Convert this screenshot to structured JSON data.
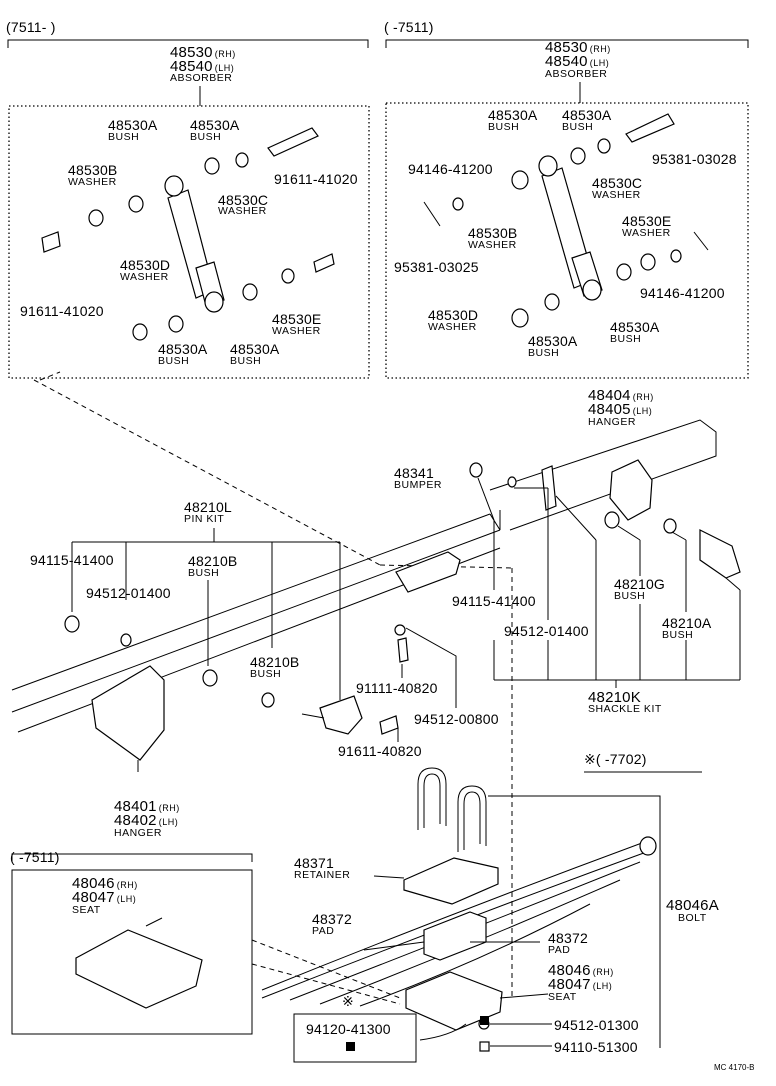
{
  "ranges": {
    "left_top": "(7511-        )",
    "right_top": "(        -7511)",
    "bottom_left": "(        -7511)",
    "mark_range": "※(        -7702)"
  },
  "absorber_left": {
    "pn_rh": "48530",
    "side_rh": "(RH)",
    "pn_lh": "48540",
    "side_lh": "(LH)",
    "name": "ABSORBER",
    "items": {
      "bush_a1": {
        "pn": "48530A",
        "name": "BUSH"
      },
      "bush_a2": {
        "pn": "48530A",
        "name": "BUSH"
      },
      "washer_b": {
        "pn": "48530B",
        "name": "WASHER"
      },
      "washer_c": {
        "pn": "48530C",
        "name": "WASHER"
      },
      "bolt_top": {
        "pn": "91611-41020"
      },
      "washer_d": {
        "pn": "48530D",
        "name": "WASHER"
      },
      "bolt_left": {
        "pn": "91611-41020"
      },
      "washer_e": {
        "pn": "48530E",
        "name": "WASHER"
      },
      "bush_a3": {
        "pn": "48530A",
        "name": "BUSH"
      },
      "bush_a4": {
        "pn": "48530A",
        "name": "BUSH"
      }
    }
  },
  "absorber_right": {
    "pn_rh": "48530",
    "side_rh": "(RH)",
    "pn_lh": "48540",
    "side_lh": "(LH)",
    "name": "ABSORBER",
    "items": {
      "bush_a1": {
        "pn": "48530A",
        "name": "BUSH"
      },
      "bush_a2": {
        "pn": "48530A",
        "name": "BUSH"
      },
      "nut_top": {
        "pn": "94146-41200"
      },
      "pin_top": {
        "pn": "95381-03028"
      },
      "washer_c": {
        "pn": "48530C",
        "name": "WASHER"
      },
      "washer_b": {
        "pn": "48530B",
        "name": "WASHER"
      },
      "washer_e": {
        "pn": "48530E",
        "name": "WASHER"
      },
      "pin_left": {
        "pn": "95381-03025"
      },
      "nut_right": {
        "pn": "94146-41200"
      },
      "washer_d": {
        "pn": "48530D",
        "name": "WASHER"
      },
      "bush_a3": {
        "pn": "48530A",
        "name": "BUSH"
      },
      "bush_a4": {
        "pn": "48530A",
        "name": "BUSH"
      }
    }
  },
  "frame": {
    "hanger_rear": {
      "pn_rh": "48404",
      "side_rh": "(RH)",
      "pn_lh": "48405",
      "side_lh": "(LH)",
      "name": "HANGER"
    },
    "bumper": {
      "pn": "48341",
      "name": "BUMPER"
    },
    "pin_kit": {
      "pn": "48210L",
      "name": "PIN KIT"
    },
    "nut_94115_left": {
      "pn": "94115-41400"
    },
    "washer_94512_left": {
      "pn": "94512-01400"
    },
    "bush_48210b_1": {
      "pn": "48210B",
      "name": "BUSH"
    },
    "bush_48210b_2": {
      "pn": "48210B",
      "name": "BUSH"
    },
    "nut_94115_right": {
      "pn": "94115-41400"
    },
    "washer_94512_right": {
      "pn": "94512-01400"
    },
    "bush_48210g": {
      "pn": "48210G",
      "name": "BUSH"
    },
    "bush_48210a": {
      "pn": "48210A",
      "name": "BUSH"
    },
    "bolt_91111": {
      "pn": "91111-40820"
    },
    "washer_94512_00800": {
      "pn": "94512-00800"
    },
    "bolt_91611_40820": {
      "pn": "91611-40820"
    },
    "shackle_kit": {
      "pn": "48210K",
      "name": "SHACKLE KIT"
    },
    "hanger_front": {
      "pn_rh": "48401",
      "side_rh": "(RH)",
      "pn_lh": "48402",
      "side_lh": "(LH)",
      "name": "HANGER"
    }
  },
  "spring": {
    "seat_box": {
      "pn_rh": "48046",
      "side_rh": "(RH)",
      "pn_lh": "48047",
      "side_lh": "(LH)",
      "name": "SEAT"
    },
    "retainer": {
      "pn": "48371",
      "name": "RETAINER"
    },
    "pad_left": {
      "pn": "48372",
      "name": "PAD"
    },
    "pad_right": {
      "pn": "48372",
      "name": "PAD"
    },
    "bolt_u": {
      "pn": "48046A",
      "name": "BOLT"
    },
    "seat": {
      "pn_rh": "48046",
      "side_rh": "(RH)",
      "pn_lh": "48047",
      "side_lh": "(LH)",
      "name": "SEAT"
    },
    "mark": "※",
    "nut_box": {
      "pn": "94120-41300"
    },
    "washer_94512_01300": {
      "pn": "94512-01300"
    },
    "nut_94110": {
      "pn": "94110-51300"
    }
  },
  "code": "MC 4170-B"
}
